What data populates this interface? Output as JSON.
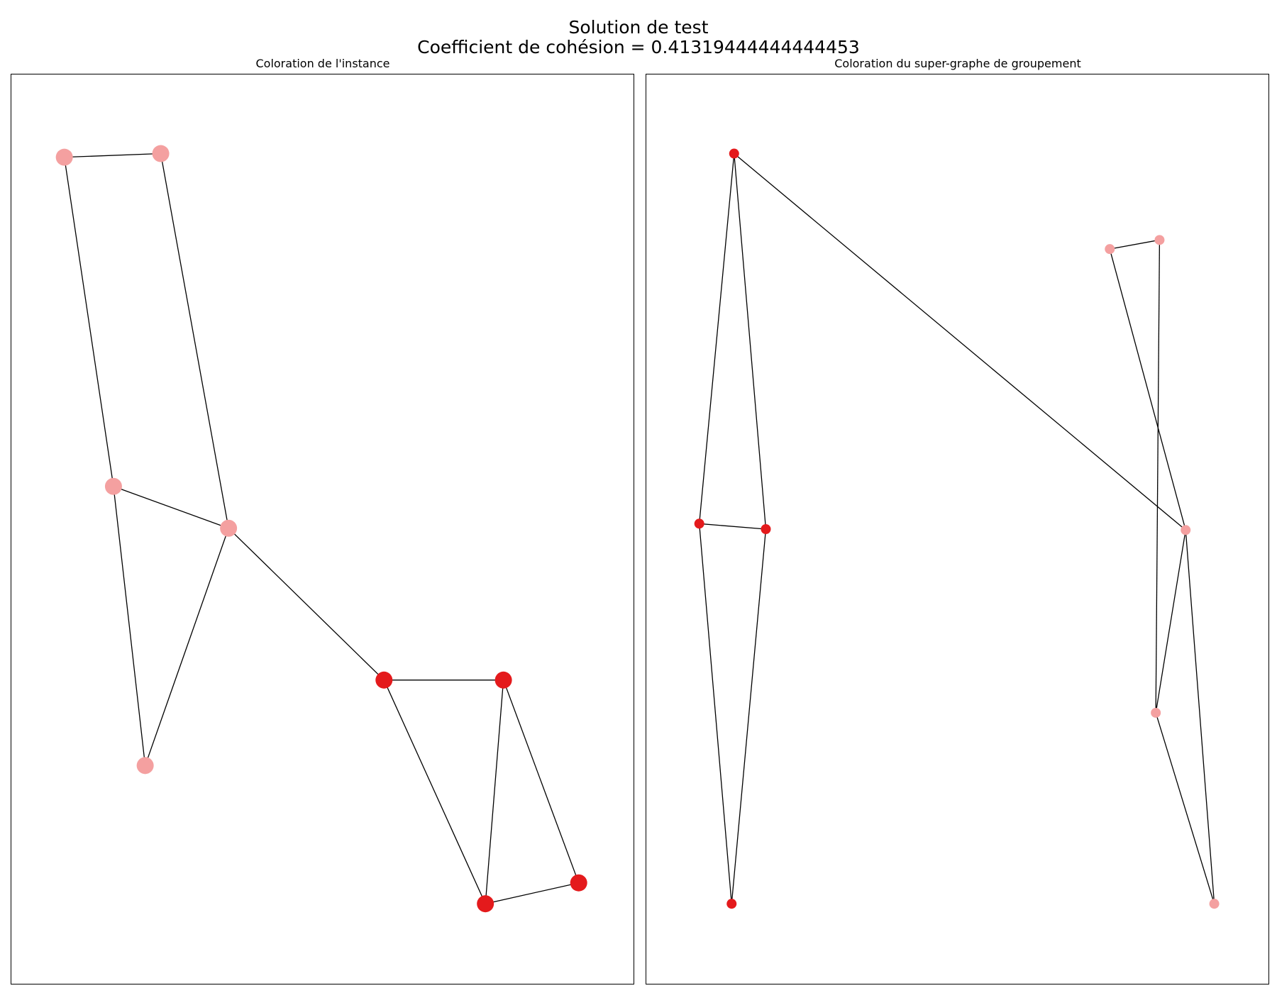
{
  "figure": {
    "title_line1": "Solution de test",
    "title_line2": "Coefficient de cohésion = 0.41319444444444453"
  },
  "colors": {
    "group_light": "#f4a0a0",
    "group_dark": "#e41a1c",
    "edge": "#000000"
  },
  "chart_data": [
    {
      "type": "graph",
      "title": "Coloration de l'instance",
      "nodes": [
        {
          "id": "n1",
          "x": 0.085,
          "y": 0.091,
          "group": "light"
        },
        {
          "id": "n2",
          "x": 0.24,
          "y": 0.087,
          "group": "light"
        },
        {
          "id": "n3",
          "x": 0.164,
          "y": 0.453,
          "group": "light"
        },
        {
          "id": "n4",
          "x": 0.349,
          "y": 0.499,
          "group": "light"
        },
        {
          "id": "n5",
          "x": 0.215,
          "y": 0.76,
          "group": "light"
        },
        {
          "id": "n6",
          "x": 0.599,
          "y": 0.666,
          "group": "dark"
        },
        {
          "id": "n7",
          "x": 0.791,
          "y": 0.666,
          "group": "dark"
        },
        {
          "id": "n8",
          "x": 0.762,
          "y": 0.912,
          "group": "dark"
        },
        {
          "id": "n9",
          "x": 0.912,
          "y": 0.889,
          "group": "dark"
        }
      ],
      "edges": [
        [
          "n1",
          "n2"
        ],
        [
          "n1",
          "n3"
        ],
        [
          "n2",
          "n4"
        ],
        [
          "n3",
          "n4"
        ],
        [
          "n3",
          "n5"
        ],
        [
          "n4",
          "n5"
        ],
        [
          "n4",
          "n6"
        ],
        [
          "n6",
          "n7"
        ],
        [
          "n6",
          "n8"
        ],
        [
          "n7",
          "n8"
        ],
        [
          "n7",
          "n9"
        ],
        [
          "n8",
          "n9"
        ]
      ]
    },
    {
      "type": "graph",
      "title": "Coloration du super-graphe de groupement",
      "nodes": [
        {
          "id": "s1",
          "x": 0.141,
          "y": 0.087,
          "group": "dark"
        },
        {
          "id": "s2",
          "x": 0.085,
          "y": 0.494,
          "group": "dark"
        },
        {
          "id": "s3",
          "x": 0.192,
          "y": 0.5,
          "group": "dark"
        },
        {
          "id": "s4",
          "x": 0.137,
          "y": 0.912,
          "group": "dark"
        },
        {
          "id": "s5",
          "x": 0.745,
          "y": 0.192,
          "group": "light"
        },
        {
          "id": "s6",
          "x": 0.825,
          "y": 0.182,
          "group": "light"
        },
        {
          "id": "s7",
          "x": 0.867,
          "y": 0.501,
          "group": "light"
        },
        {
          "id": "s8",
          "x": 0.819,
          "y": 0.702,
          "group": "light"
        },
        {
          "id": "s9",
          "x": 0.913,
          "y": 0.912,
          "group": "light"
        }
      ],
      "edges": [
        [
          "s1",
          "s2"
        ],
        [
          "s1",
          "s3"
        ],
        [
          "s1",
          "s7"
        ],
        [
          "s2",
          "s3"
        ],
        [
          "s2",
          "s4"
        ],
        [
          "s3",
          "s4"
        ],
        [
          "s5",
          "s6"
        ],
        [
          "s5",
          "s7"
        ],
        [
          "s6",
          "s8"
        ],
        [
          "s7",
          "s8"
        ],
        [
          "s7",
          "s9"
        ],
        [
          "s8",
          "s9"
        ]
      ]
    }
  ]
}
